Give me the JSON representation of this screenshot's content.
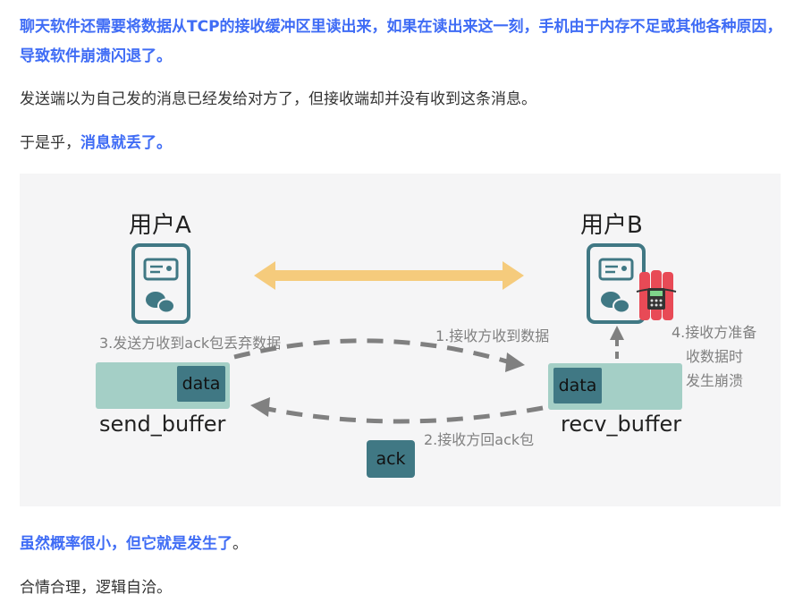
{
  "paragraphs": {
    "p1": "聊天软件还需要将数据从TCP的接收缓冲区里读出来，如果在读出来这一刻，手机由于内存不足或其他各种原因，导致软件崩溃闪退了。",
    "p2": "发送端以为自己发的消息已经发给对方了，但接收端却并没有收到这条消息。",
    "p3_prefix": "于是乎，",
    "p3_strong": "消息就丢了。",
    "p4_strong": "虽然概率很小，但它就是发生了",
    "p4_suffix": "。",
    "p5": "合情合理，逻辑自洽。"
  },
  "figure": {
    "user_a": "用户A",
    "user_b": "用户B",
    "send_data": "data",
    "recv_data": "data",
    "send_buffer": "send_buffer",
    "recv_buffer": "recv_buffer",
    "ack": "ack",
    "step1": "1.接收方收到数据",
    "step2": "2.接收方回ack包",
    "step3": "3.发送方收到ack包丢弃数据",
    "step4_line1": "4.接收方准备",
    "step4_line2": "收数据时",
    "step4_line3": "发生崩溃",
    "colors": {
      "teal": "#407884",
      "buffer": "#a4cfc6",
      "arrow": "#f5cb7c",
      "dash": "#808080",
      "dynamite": "#e84a56"
    }
  }
}
